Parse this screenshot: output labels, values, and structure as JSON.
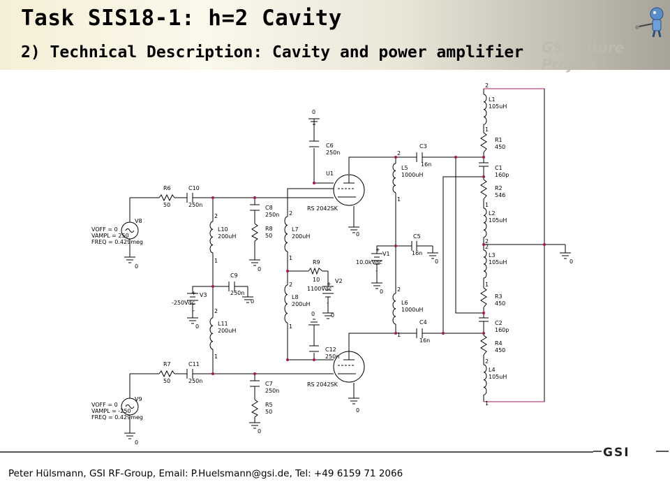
{
  "header": {
    "title": "Task SIS18-1: h=2 Cavity",
    "subtitle": "2) Technical Description: Cavity and power amplifier",
    "project_label": "GSI Future Project"
  },
  "footer": {
    "text": "Peter Hülsmann,  GSI RF-Group,  Email: P.Huelsmann@gsi.de,  Tel: +49 6159 71 2066"
  },
  "logos": {
    "gsi": "GSI"
  },
  "schematic": {
    "L1": {
      "name": "L1",
      "value": "105uH"
    },
    "R1": {
      "name": "R1",
      "value": "450"
    },
    "C1": {
      "name": "C1",
      "value": "160p"
    },
    "R2": {
      "name": "R2",
      "value": "546"
    },
    "L2": {
      "name": "L2",
      "value": "105uH"
    },
    "L3": {
      "name": "L3",
      "value": "105uH"
    },
    "R3": {
      "name": "R3",
      "value": "450"
    },
    "C2": {
      "name": "C2",
      "value": "160p"
    },
    "R4": {
      "name": "R4",
      "value": "450"
    },
    "L4": {
      "name": "L4",
      "value": "105uH"
    },
    "C3": {
      "name": "C3",
      "value": "16n"
    },
    "C4": {
      "name": "C4",
      "value": "16n"
    },
    "C5": {
      "name": "C5",
      "value": "16n"
    },
    "L5": {
      "name": "L5",
      "value": "1000uH"
    },
    "L6": {
      "name": "L6",
      "value": "1000uH"
    },
    "V1": {
      "name": "V1",
      "value": "10.0kVdc"
    },
    "C6": {
      "name": "C6",
      "value": "250n"
    },
    "C12": {
      "name": "C12",
      "value": "250n"
    },
    "U1": {
      "name": "U1",
      "model": "RS 2042SK"
    },
    "U2": {
      "model": "RS 2042SK"
    },
    "L7": {
      "name": "L7",
      "value": "200uH"
    },
    "L8": {
      "name": "L8",
      "value": "200uH"
    },
    "R9": {
      "name": "R9",
      "value": "10"
    },
    "V2": {
      "name": "V2",
      "value": "1100Vdc"
    },
    "C8": {
      "name": "C8",
      "value": "250n"
    },
    "R8": {
      "name": "R8",
      "value": "50"
    },
    "C7": {
      "name": "C7",
      "value": "250n"
    },
    "R5": {
      "name": "R5",
      "value": "50"
    },
    "C9": {
      "name": "C9",
      "value": "250n"
    },
    "L10": {
      "name": "L10",
      "value": "200uH"
    },
    "L11": {
      "name": "L11",
      "value": "200uH"
    },
    "V3": {
      "name": "V3",
      "value": "-250Vdc"
    },
    "R6": {
      "name": "R6",
      "value": "50"
    },
    "C10": {
      "name": "C10",
      "value": "250n"
    },
    "R7": {
      "name": "R7",
      "value": "50"
    },
    "C11": {
      "name": "C11",
      "value": "250n"
    },
    "V8": {
      "name": "V8",
      "voff": "VOFF = 0",
      "vampl": "VAMPL = 250",
      "freq": "FREQ = 0.429meg"
    },
    "V9": {
      "name": "V9",
      "voff": "VOFF = 0",
      "vampl": "VAMPL = -250",
      "freq": "FREQ = 0.429meg"
    },
    "ground": "0",
    "pin1": "1",
    "pin2": "2",
    "plus": "+",
    "minus": "-"
  }
}
